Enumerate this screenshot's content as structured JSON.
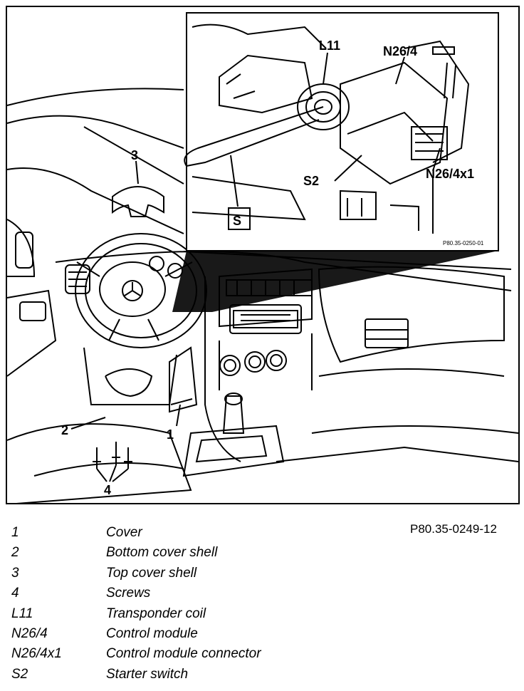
{
  "figure": {
    "callouts": {
      "c1": "1",
      "c2": "2",
      "c3": "3",
      "c4": "4",
      "l11": "L11",
      "n26_4": "N26/4",
      "n26_4x1": "N26/4x1",
      "s2": "S2",
      "s_box": "S",
      "inset_ref": "P80.35-0250-01"
    }
  },
  "reference": "P80.35-0249-12",
  "legend": [
    {
      "key": "1",
      "label": "Cover"
    },
    {
      "key": "2",
      "label": "Bottom cover shell"
    },
    {
      "key": "3",
      "label": "Top cover shell"
    },
    {
      "key": "4",
      "label": "Screws"
    },
    {
      "key": "L11",
      "label": "Transponder coil"
    },
    {
      "key": "N26/4",
      "label": "Control module"
    },
    {
      "key": "N26/4x1",
      "label": "Control module connector"
    },
    {
      "key": "S2",
      "label": "Starter switch"
    }
  ]
}
